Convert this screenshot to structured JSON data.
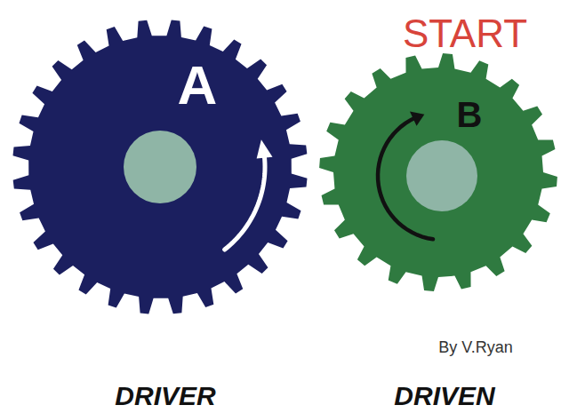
{
  "diagram": {
    "nodes": [
      {
        "text": [
          "A"
        ]
      },
      {
        "text": [
          "B"
        ]
      }
    ],
    "labels": [
      "START",
      "By V.Ryan",
      "DRIVER",
      "DRIVEN"
    ]
  }
}
